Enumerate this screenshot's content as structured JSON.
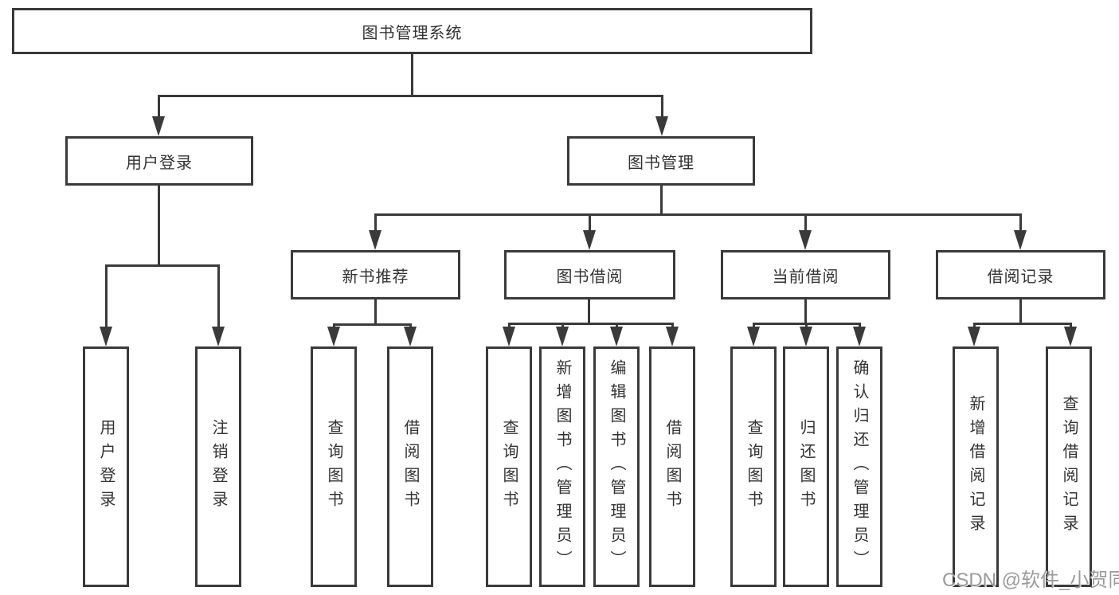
{
  "nodes": {
    "root": "图书管理系统",
    "user_login": "用户登录",
    "book_management": "图书管理",
    "new_book_recommend": "新书推荐",
    "book_borrowing": "图书借阅",
    "current_borrowing": "当前借阅",
    "borrowing_records": "借阅记录"
  },
  "leaves": [
    "用户登录",
    "注销登录",
    "查询图书",
    "借阅图书",
    "查询图书",
    "新增图书（管理员）",
    "编辑图书（管理员）",
    "借阅图书",
    "查询图书",
    "归还图书",
    "确认归还（管理员）",
    "新增借阅记录",
    "查询借阅记录"
  ],
  "watermark": "CSDN @软件_小贺同学",
  "colors": {
    "line": "#3a3a3a",
    "text": "#333333",
    "box_bg": "#ffffff",
    "watermark": "#9a9a9a"
  }
}
